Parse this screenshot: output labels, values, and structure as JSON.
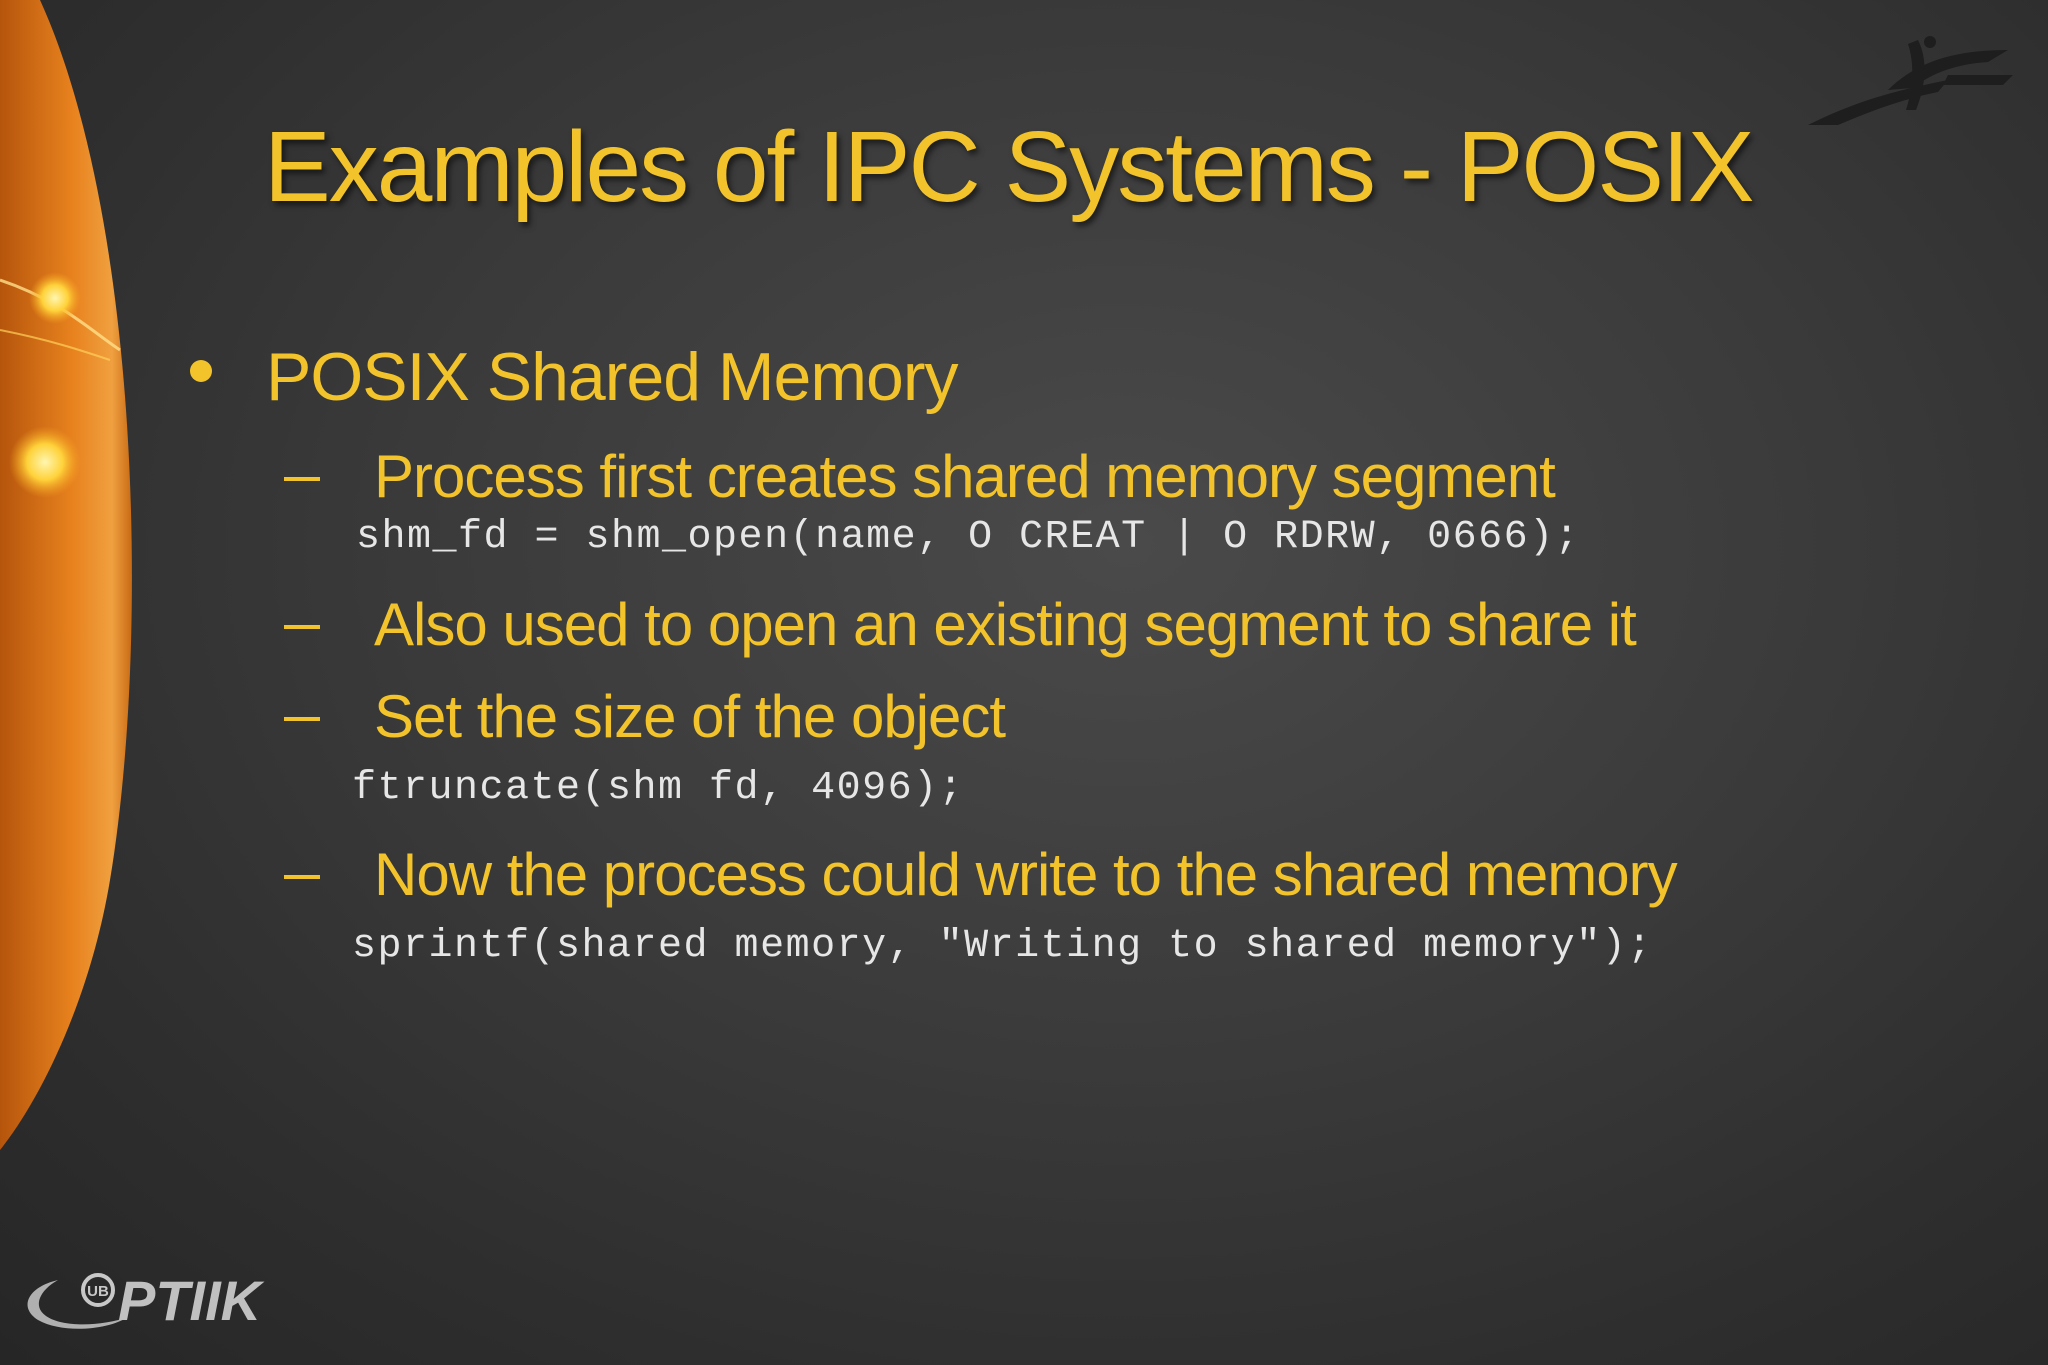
{
  "slide": {
    "title": "Examples of IPC Systems - POSIX",
    "bullet": "POSIX Shared Memory",
    "items": [
      {
        "text": "Process first creates shared memory segment",
        "code": "shm_fd = shm_open(name, O CREAT | O RDRW, 0666);"
      },
      {
        "text": "Also used to open an existing segment to share it"
      },
      {
        "text": "Set the size of the object",
        "code": "ftruncate(shm fd, 4096);"
      },
      {
        "text": "Now the process could write to the shared memory",
        "code": "sprintf(shared memory, \"Writing to shared memory\");"
      }
    ]
  },
  "branding": {
    "logo_text": "PTIIK",
    "logo_badge": "UB"
  },
  "colors": {
    "title": "#f2c32a",
    "body_text": "#f2c32a",
    "code_text": "#e6e6e6",
    "background": "#3a3a3a",
    "accent_orange": "#e8821e"
  },
  "icons": {
    "corner_logo": "ub-eagle-logo-icon",
    "footer_logo": "ptiik-swoosh-logo-icon"
  }
}
